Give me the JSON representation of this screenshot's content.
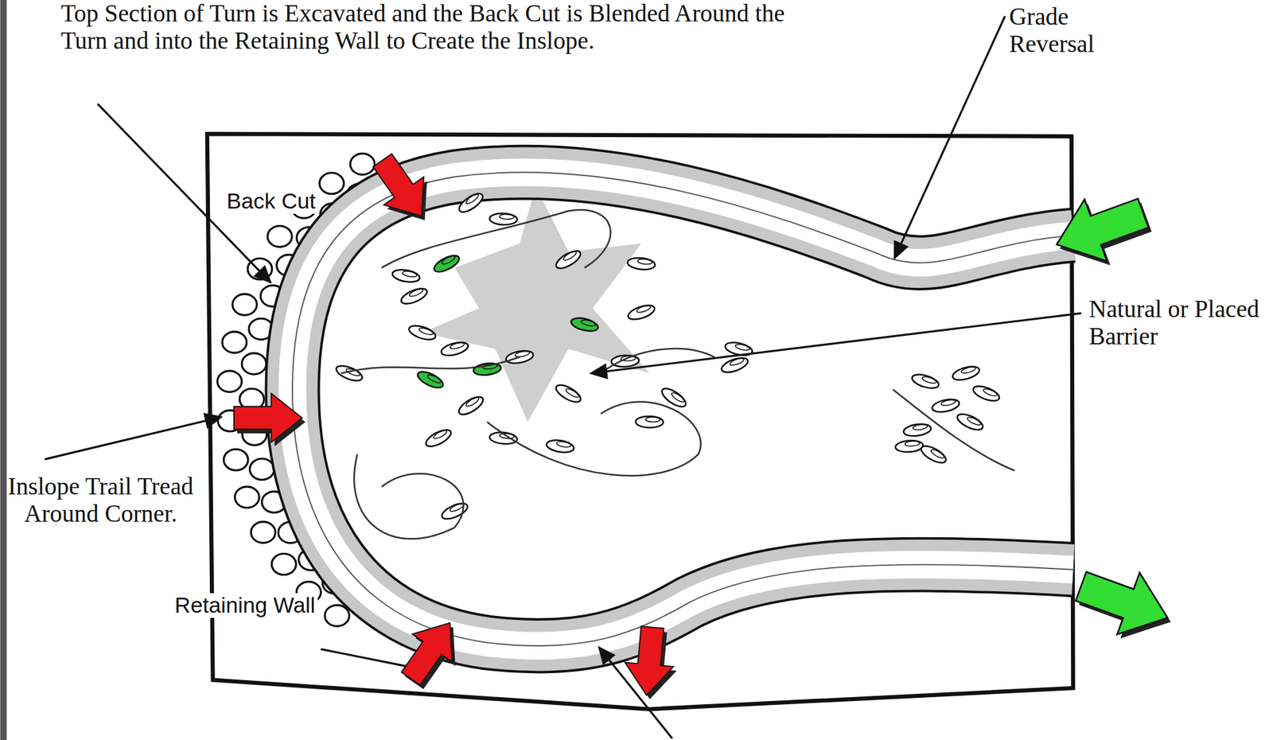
{
  "diagram": {
    "labels": [
      "Top Section of Turn is Excavated and the Back Cut is Blended Around the Turn and into the Retaining Wall to Create the Inslope.",
      "Grade Reversal",
      "Back Cut",
      "Natural or Placed Barrier",
      "Inslope Trail Tread Around Corner.",
      "Retaining Wall"
    ]
  }
}
